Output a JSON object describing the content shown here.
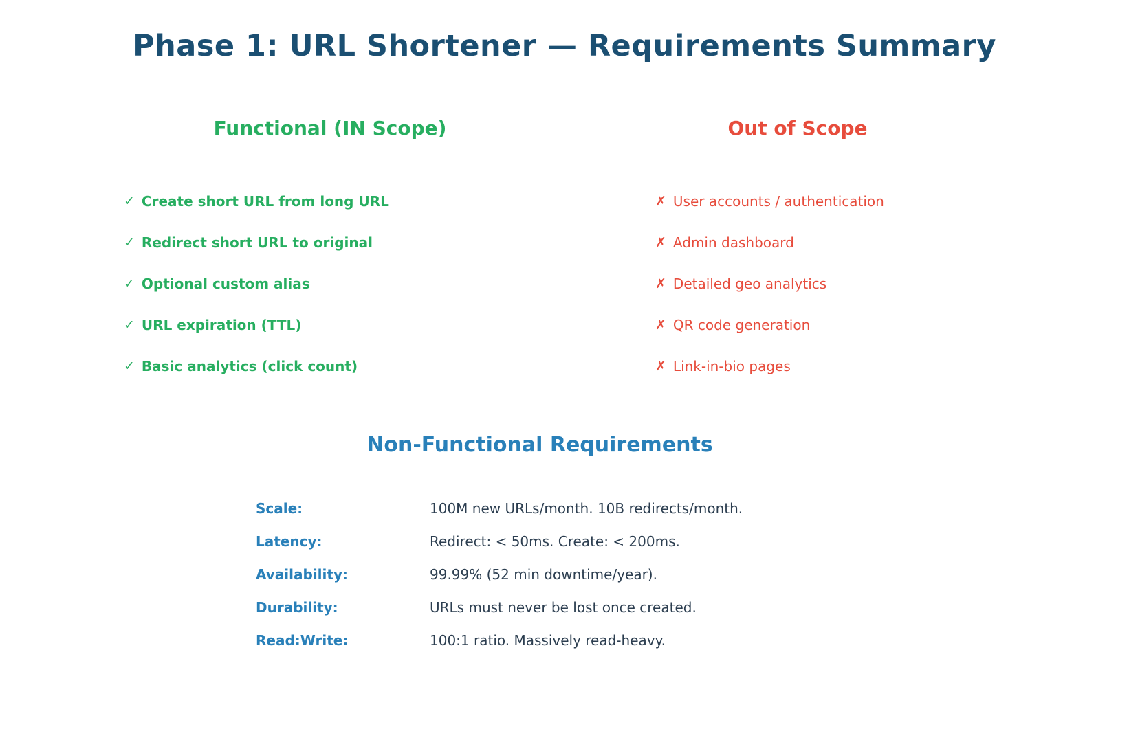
{
  "page": {
    "title": "Phase 1: URL Shortener — Requirements Summary"
  },
  "colors": {
    "title": "#1b4f72",
    "in_scope_green": "#27ae60",
    "out_of_scope_red": "#e74c3c",
    "nfr_blue": "#2980b9",
    "nfr_value_text": "#2c3e50",
    "background": "#ffffff"
  },
  "columns": {
    "functional": {
      "heading": "Functional (IN Scope)",
      "marker": "✓",
      "items": [
        "Create short URL from long URL",
        "Redirect short URL to original",
        "Optional custom alias",
        "URL expiration (TTL)",
        "Basic analytics (click count)"
      ]
    },
    "out_of_scope": {
      "heading": "Out of Scope",
      "marker": "✗",
      "items": [
        "User accounts / authentication",
        "Admin dashboard",
        "Detailed geo analytics",
        "QR code generation",
        "Link-in-bio pages"
      ]
    }
  },
  "non_functional": {
    "heading": "Non-Functional Requirements",
    "rows": [
      {
        "label": "Scale:",
        "value": "100M new URLs/month. 10B redirects/month."
      },
      {
        "label": "Latency:",
        "value": "Redirect: < 50ms. Create: < 200ms."
      },
      {
        "label": "Availability:",
        "value": "99.99% (52 min downtime/year)."
      },
      {
        "label": "Durability:",
        "value": "URLs must never be lost once created."
      },
      {
        "label": "Read:Write:",
        "value": "100:1 ratio. Massively read-heavy."
      }
    ]
  }
}
